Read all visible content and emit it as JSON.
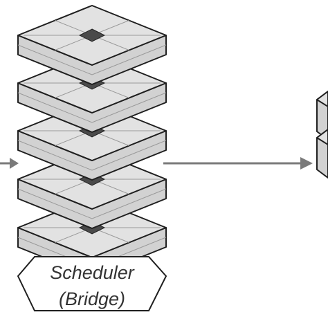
{
  "scheduler": {
    "line1": "Scheduler",
    "line2": "(Bridge)"
  },
  "layer_count": 5,
  "right_block_count": 2,
  "colors": {
    "layer_top": "#e2e2e2",
    "layer_side": "#d2d2d2",
    "layer_inner_line": "#9a9a9a",
    "layer_outline": "#1f1f1f",
    "center_marker": "#4a4a4a",
    "scheduler_fill": "#ffffff",
    "arrow": "#7a7a7a",
    "text": "#333333"
  }
}
